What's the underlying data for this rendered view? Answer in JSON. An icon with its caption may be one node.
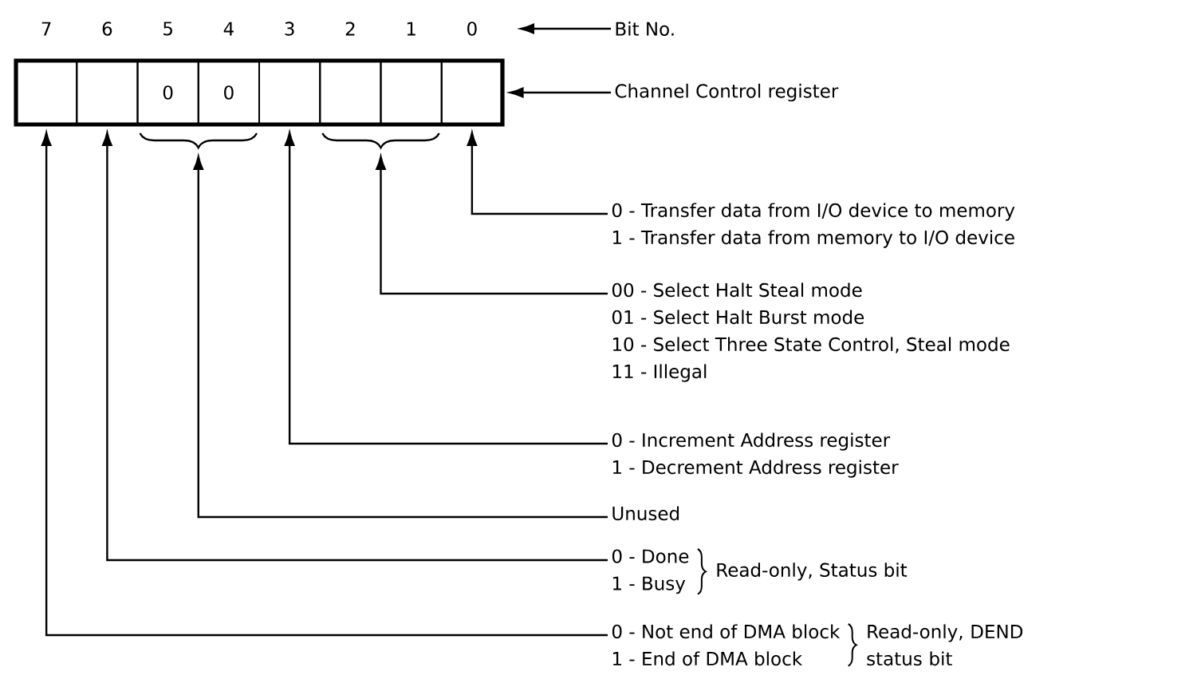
{
  "diagram": {
    "nodes": [
      {
        "text": [],
        "shape": "box"
      },
      {
        "text": [],
        "shape": "box",
        "in": 0
      },
      {
        "text": [],
        "shape": "box",
        "in": 0
      },
      {
        "text": [
          "0"
        ],
        "in": 0
      },
      {
        "text": [
          "0"
        ],
        "in": 0
      },
      {
        "text": [],
        "shape": "box",
        "in": 0
      },
      {
        "text": [],
        "shape": "box",
        "in": 0
      },
      {
        "text": [],
        "shape": "box",
        "in": 0
      },
      {
        "text": [],
        "shape": "box",
        "in": 0
      },
      {
        "text": [
          "Bit No."
        ]
      },
      {
        "text": [
          "Channel Control register"
        ]
      },
      {
        "text": [
          "0 - Transfer data from I/O device to memory",
          "1 - Transfer data from memory to I/O device"
        ]
      },
      {
        "text": [
          "00 - Select Halt Steal mode",
          "01 - Select Halt Burst mode",
          "10 - Select Three State Control, Steal mode",
          "11 - Illegal"
        ]
      },
      {
        "text": [
          "0 - Increment Address register",
          "1 - Decrement Address register"
        ]
      },
      {
        "text": [
          "Unused"
        ]
      },
      {
        "text": [
          "0 - Done",
          "1 - Busy"
        ],
        "beside": [
          "Read-only, Status bit"
        ]
      },
      {
        "text": [
          "0 - Not end of DMA block",
          "1 - End of DMA block"
        ],
        "beside": [
          "Read-only, DEND status bit"
        ]
      }
    ],
    "edges": [
      {
        "from": 9,
        "to": null,
        "arrow": "to"
      },
      {
        "from": 10,
        "to": 0,
        "arrow": "to"
      },
      {
        "from": 11,
        "to": 8,
        "arrow": "to"
      },
      {
        "from": 12,
        "to": 6,
        "arrow": "to"
      },
      {
        "from": 12,
        "to": 7,
        "arrow": "to"
      },
      {
        "from": 13,
        "to": 5,
        "arrow": "to"
      },
      {
        "from": 14,
        "to": 3,
        "arrow": "to"
      },
      {
        "from": 14,
        "to": 4,
        "arrow": "to"
      },
      {
        "from": 15,
        "to": 2,
        "arrow": "to"
      },
      {
        "from": 16,
        "to": 1,
        "arrow": "to"
      }
    ],
    "labels": [
      "7",
      "6",
      "5",
      "4",
      "3",
      "2",
      "1",
      "0"
    ]
  }
}
